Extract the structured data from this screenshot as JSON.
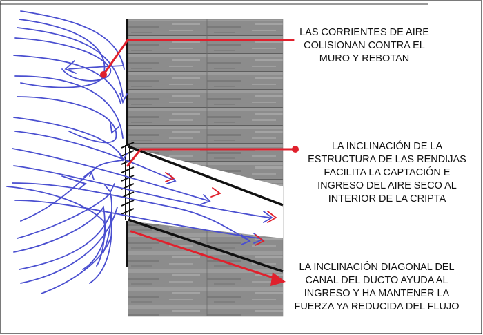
{
  "annotations": [
    {
      "id": "wall-collision",
      "lines": [
        "LAS CORRIENTES  DE  AIRE",
        "COLISIONAN CONTRA EL",
        "MURO Y REBOTAN"
      ]
    },
    {
      "id": "grille-inclination",
      "lines": [
        "LA INCLINACIÓN DE LA",
        "ESTRUCTURA  DE  LAS  RENDIJAS",
        "FACILITA LA CAPTACIÓN E",
        "INGRESO  DEL  AIRE  SECO    AL",
        "INTERIOR DE LA CRIPTA"
      ]
    },
    {
      "id": "duct-diagonal",
      "lines": [
        "LA INCLINACIÓN DIAGONAL DEL",
        "CANAL DEL DUCTO AYUDA AL",
        "INGRESO Y HA MANTENER LA",
        "FUERZA YA REDUCIDA DEL FLUJO"
      ]
    }
  ],
  "colors": {
    "airflow": "#4a4fd0",
    "pointer": "#e0202c",
    "wall": "#8a8a8a",
    "outline": "#111111"
  }
}
